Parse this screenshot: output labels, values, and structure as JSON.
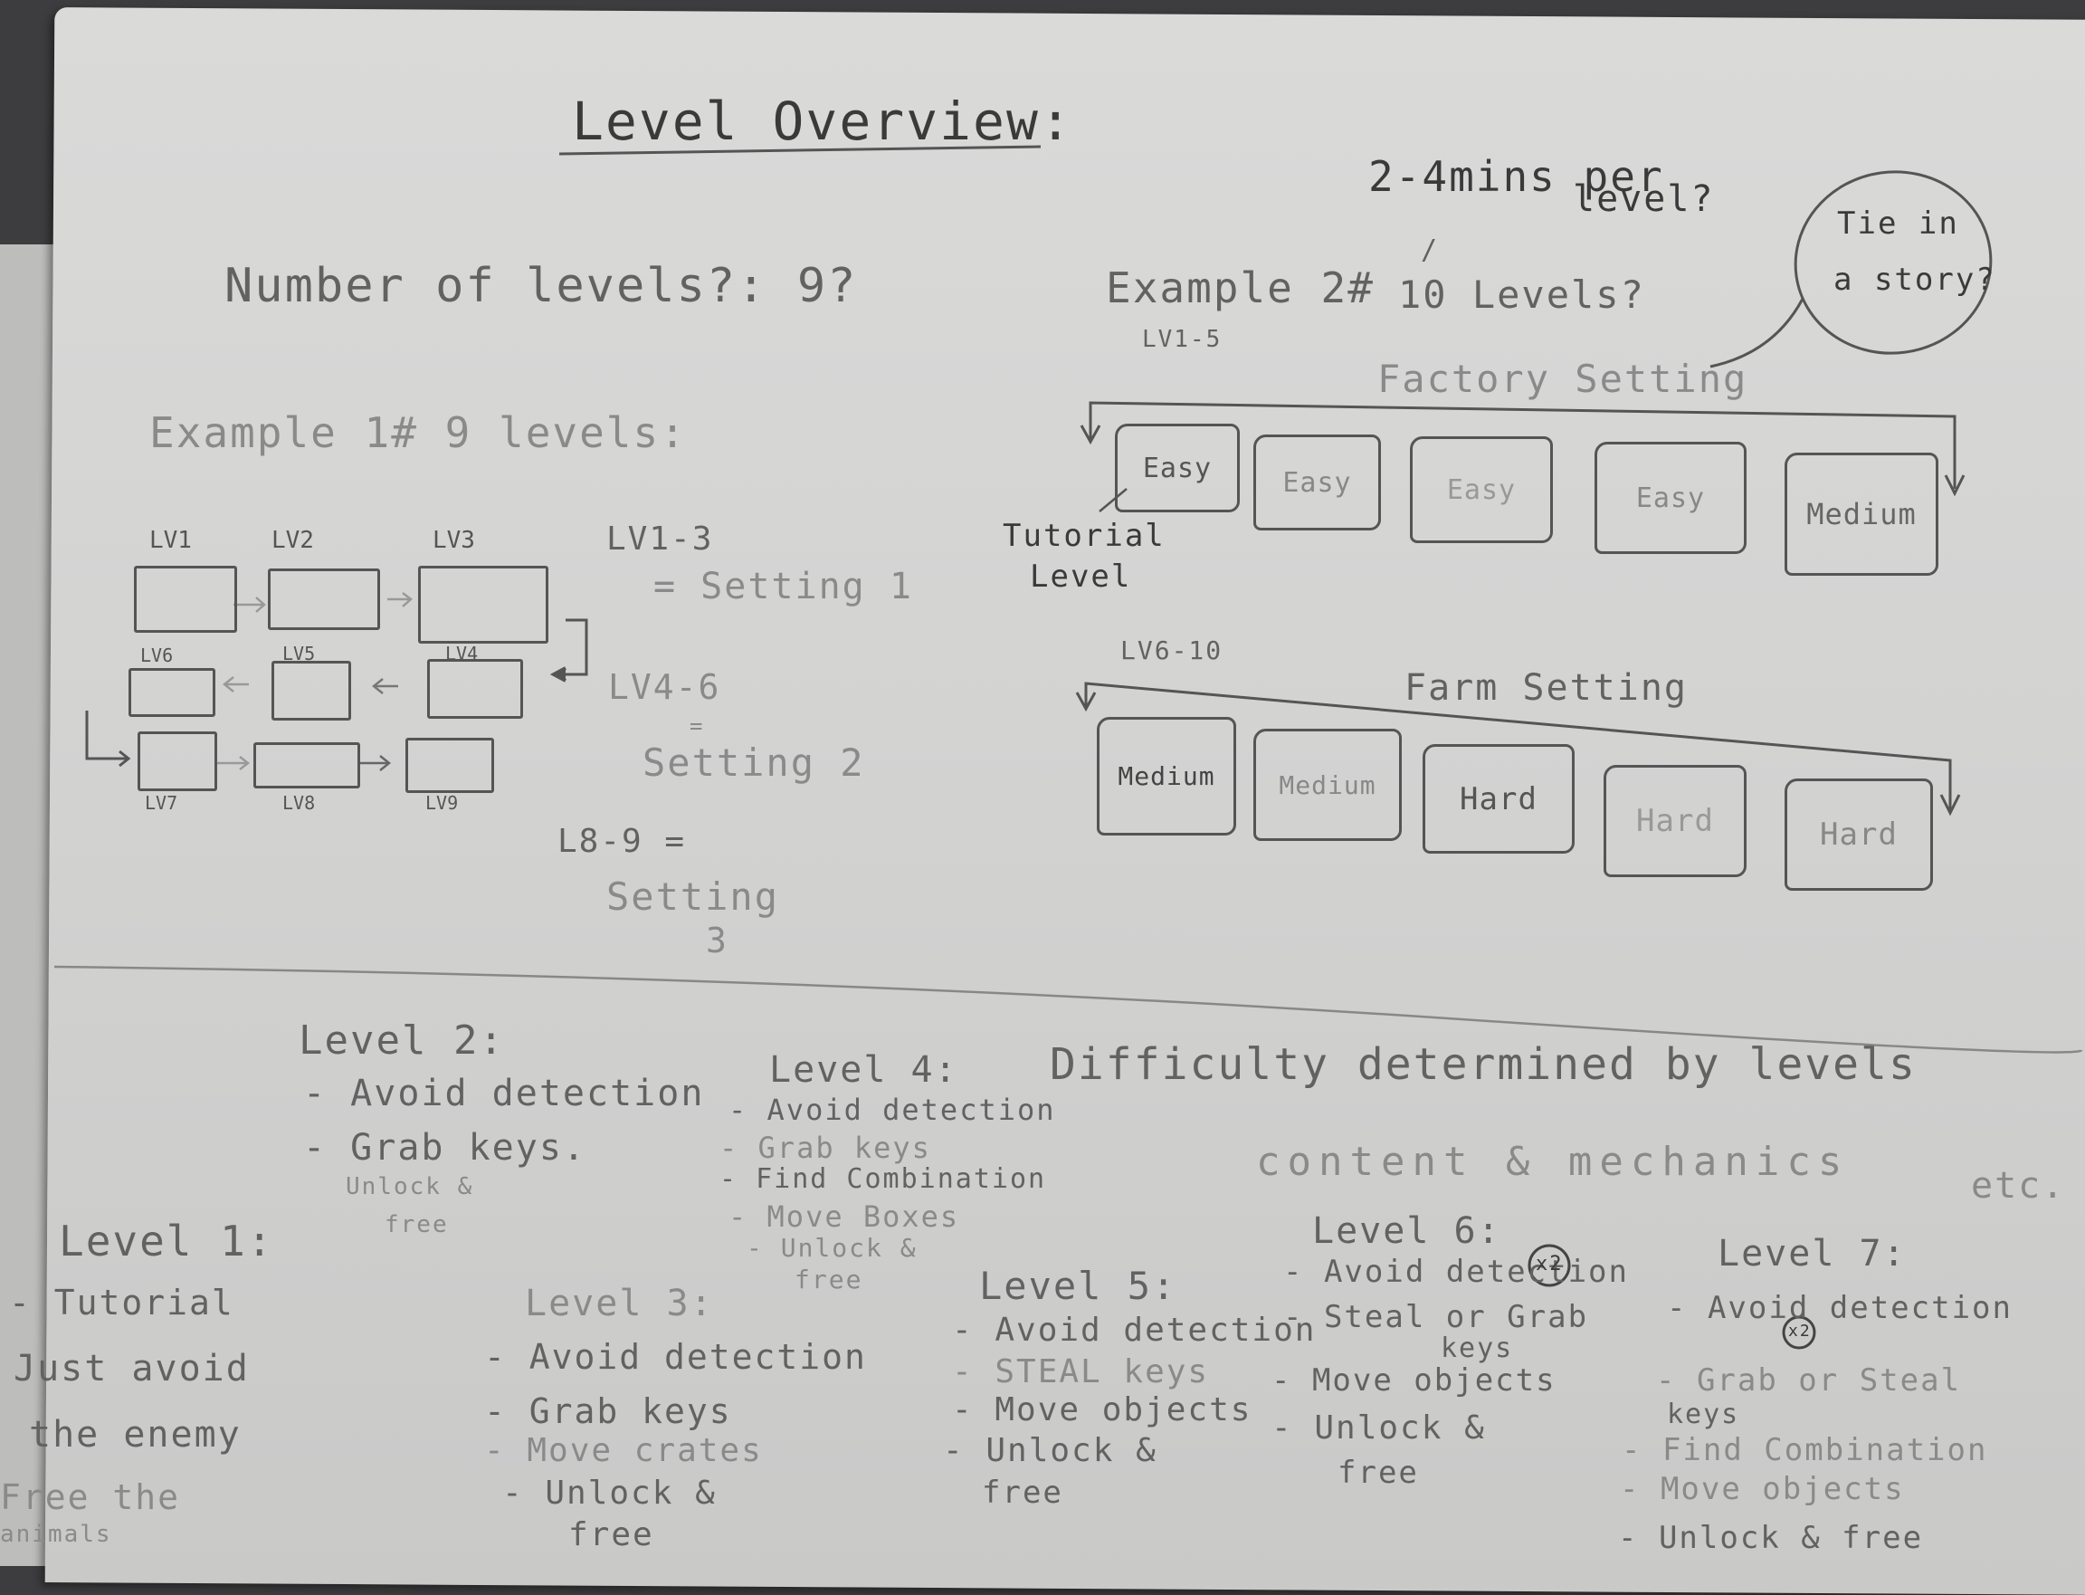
{
  "title": "Level Overview:",
  "number_of_levels": "Number of levels?: 9?",
  "time_per_level": {
    "line1": "2-4mins per",
    "line2": "level?"
  },
  "story_bubble": {
    "line1": "Tie in",
    "line2": "a story?"
  },
  "example1": {
    "heading": "Example 1# 9 levels:",
    "top_row_labels": [
      "LV1",
      "LV2",
      "LV3"
    ],
    "middle_row_labels": [
      "LV6",
      "LV5",
      "LV4"
    ],
    "bottom_row_labels": [
      "LV7",
      "LV8",
      "LV9"
    ],
    "groups": [
      {
        "range": "LV1-3",
        "line2": "= Setting 1"
      },
      {
        "range": "LV4-6",
        "line2": "=",
        "line3": "Setting 2"
      },
      {
        "range": "L8-9 =",
        "line2": "Setting",
        "line3": "3"
      }
    ]
  },
  "example2": {
    "heading": "Example 2#",
    "levels_question": "10 Levels?",
    "tick_mark": "/",
    "range1": "LV1-5",
    "setting1": "Factory Setting",
    "row1": [
      "Easy",
      "Easy",
      "Easy",
      "Easy",
      "Medium"
    ],
    "tutorial_note": {
      "line1": "Tutorial",
      "line2": "Level"
    },
    "range2": "LV6-10",
    "setting2": "Farm Setting",
    "row2": [
      "Medium",
      "Medium",
      "Hard",
      "Hard",
      "Hard"
    ]
  },
  "difficulty_note": {
    "line1": "Difficulty determined by levels",
    "line2": "content & mechanics",
    "line3": "etc."
  },
  "levels": {
    "level1": {
      "title": "Level 1:",
      "items": [
        "- Tutorial",
        "Just avoid",
        "the enemy",
        "Free the",
        "animals"
      ]
    },
    "level2": {
      "title": "Level 2:",
      "items": [
        "- Avoid detection",
        "- Grab keys.",
        "Unlock &",
        "free"
      ]
    },
    "level3": {
      "title": "Level 3:",
      "items": [
        "- Avoid detection",
        "- Grab keys",
        "- Move crates",
        "- Unlock &",
        "free"
      ]
    },
    "level4": {
      "title": "Level 4:",
      "items": [
        "- Avoid detection",
        "- Grab keys",
        "- Find Combination",
        "- Move Boxes",
        "- Unlock &",
        "free"
      ]
    },
    "level5": {
      "title": "Level 5:",
      "items": [
        "- Avoid detection",
        "- STEAL keys",
        "- Move objects",
        "- Unlock &",
        "free"
      ]
    },
    "level6": {
      "title": "Level 6:",
      "items": [
        "- Avoid detection",
        "- Steal or Grab",
        "keys",
        "- Move objects",
        "- Unlock &",
        "free"
      ],
      "badge": "x2"
    },
    "level7": {
      "title": "Level 7:",
      "items": [
        "- Avoid detection",
        "- Grab or Steal",
        "keys",
        "- Find Combination",
        "- Move objects",
        "- Unlock & free"
      ],
      "badge": "x2"
    }
  }
}
